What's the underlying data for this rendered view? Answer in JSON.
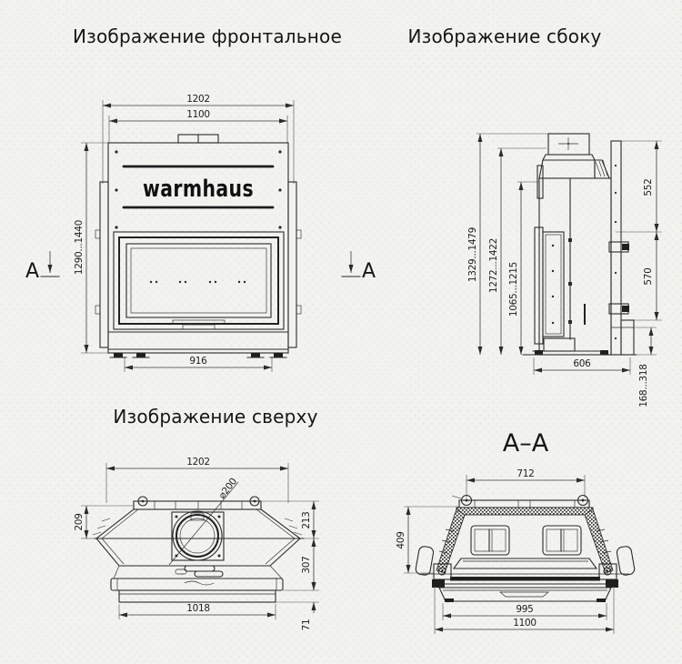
{
  "brand": {
    "logo": "warmhaus"
  },
  "views": {
    "front": {
      "title": "Изображение фронтальное",
      "section_marker": "A",
      "dims": {
        "overall_width": "1202",
        "body_width": "1100",
        "height_range": "1290...1440",
        "base_width": "916"
      }
    },
    "side": {
      "title": "Изображение сбоку",
      "dims": {
        "total_height": "1329...1479",
        "flue_height": "1272...1422",
        "body_height": "1065...1215",
        "upper_rear": "552",
        "lower_rear": "570",
        "depth": "606",
        "floor_clearance": "168...318"
      }
    },
    "top": {
      "title": "Изображение сверху",
      "dims": {
        "overall_width": "1202",
        "flue_diameter": "⌀200",
        "rear_left": "209",
        "rear_right": "213",
        "mid_depth": "307",
        "front_edge": "71",
        "front_width": "1018"
      }
    },
    "section": {
      "title": "A–A",
      "dims": {
        "top_width": "712",
        "height": "409",
        "glass_width": "995",
        "front_width": "1100"
      }
    }
  }
}
